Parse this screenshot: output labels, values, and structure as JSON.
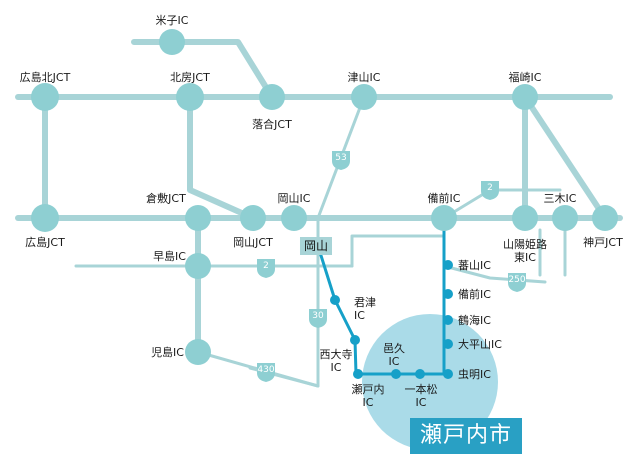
{
  "colors": {
    "road": "#a8d4d7",
    "node": "#8ecfd2",
    "route_badge": "#8ecfd2",
    "local_line": "#16a0c8",
    "local_node": "#16a0c8",
    "circle": "#aadbe8",
    "city_bg": "#29a0c4"
  },
  "labels": {
    "yonago": "米子IC",
    "hiroshimakita": "広島北JCT",
    "kitafusa": "北房JCT",
    "tsuyama": "津山IC",
    "fukusaki": "福崎IC",
    "ochiai": "落合JCT",
    "kurashiki": "倉敷JCT",
    "okayama_ic": "岡山IC",
    "bizen": "備前IC",
    "miki": "三木IC",
    "hiroshima_jct": "広島JCT",
    "okayama_jct": "岡山JCT",
    "sanyo_himeji": "山陽姫路\n東IC",
    "kobe": "神戸JCT",
    "hayashima": "早島IC",
    "kojima": "児島IC",
    "kimitsu": "君津\nIC",
    "saidaiji": "西大寺\nIC",
    "oku": "邑久\nIC",
    "setouchi_ic": "瀬戸内\nIC",
    "ippommatsu": "一本松\nIC",
    "mushiake": "虫明IC",
    "ohirayama": "大平山IC",
    "tsurumi": "鶴海IC",
    "bizen2": "備前IC",
    "hasuyama": "蕃山IC"
  },
  "okayama_city": "岡山",
  "city_name": "瀬戸内市",
  "routes": {
    "r53": "53",
    "r2a": "2",
    "r2b": "2",
    "r250": "250",
    "r30": "30",
    "r430": "430"
  }
}
